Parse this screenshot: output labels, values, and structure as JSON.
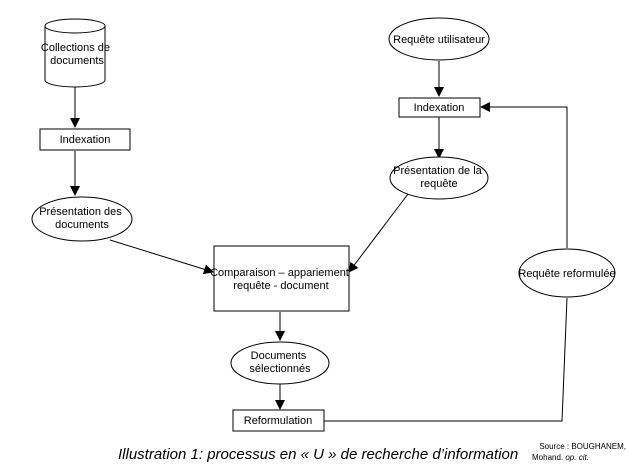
{
  "nodes": {
    "collections": [
      "Collections de",
      "documents"
    ],
    "indexation_left": [
      "Indexation"
    ],
    "presentation_docs": [
      "Présentation des",
      "documents"
    ],
    "requete_utilisateur": [
      "Requête utilisateur"
    ],
    "indexation_right": [
      "Indexation"
    ],
    "presentation_requete": [
      "Présentation de la",
      "requête"
    ],
    "comparaison": [
      "Comparaison – appariement",
      "requête - document"
    ],
    "documents_selectionnes": [
      "Documents",
      "sélectionnés"
    ],
    "reformulation": [
      "Reformulation"
    ],
    "requete_reformulee": [
      "Requête reformulée"
    ]
  },
  "caption": "Illustration 1: processus en « U » de recherche d’information",
  "source": {
    "line1": "Source : BOUGHANEM,",
    "line2_plain": "Mohand. ",
    "line2_italic": "op. cit."
  }
}
